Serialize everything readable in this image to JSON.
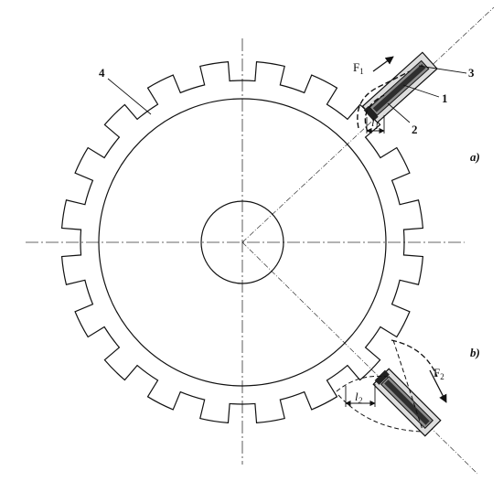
{
  "labels": {
    "part_1": "1",
    "part_2": "2",
    "part_3": "3",
    "part_4": "4",
    "force_top": "F",
    "force_top_sub": "1",
    "force_bottom": "F",
    "force_bottom_sub": "2",
    "gap_top": "l",
    "gap_top_sub": "1",
    "gap_bottom": "l",
    "gap_bottom_sub": "2",
    "case_a": "a)",
    "case_b": "b)"
  },
  "gear": {
    "teeth_count": 20
  }
}
